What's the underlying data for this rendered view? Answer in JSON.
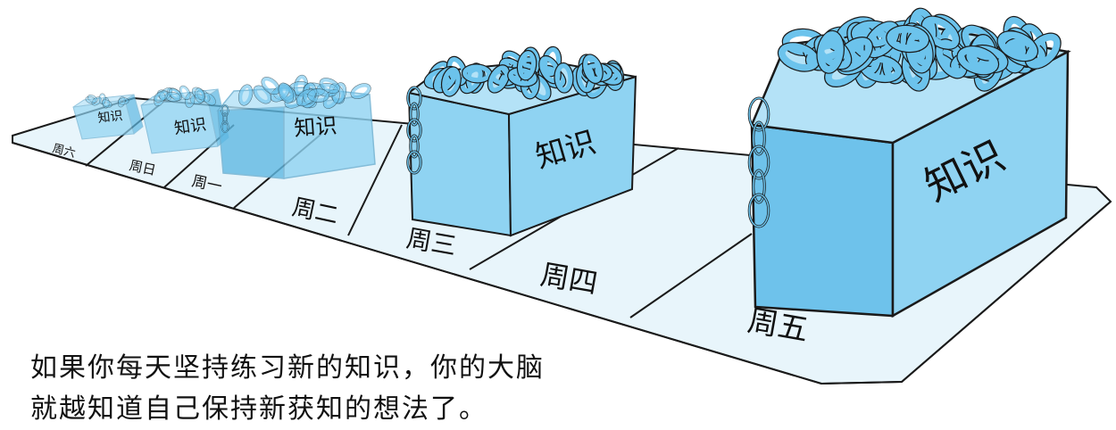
{
  "box_label": "知识",
  "days": [
    {
      "label": "周六",
      "level": 1
    },
    {
      "label": "周日",
      "level": 2
    },
    {
      "label": "周一",
      "level": 3
    },
    {
      "label": "周二",
      "level": 3
    },
    {
      "label": "周三",
      "level": 4
    },
    {
      "label": "周四",
      "level": 4
    },
    {
      "label": "周五",
      "level": 5
    }
  ],
  "caption": {
    "line1": "如果你每天坚持练习新的知识，你的大脑",
    "line2": "就越知道自己保持新获知的想法了。"
  },
  "colors": {
    "box_front": "#8fd3f2",
    "box_side": "#5fb9e3",
    "box_top": "#b4e2f7",
    "chain": "#6cc3ec",
    "platform": "#e8f5fb",
    "outline": "#1a1a1a"
  }
}
